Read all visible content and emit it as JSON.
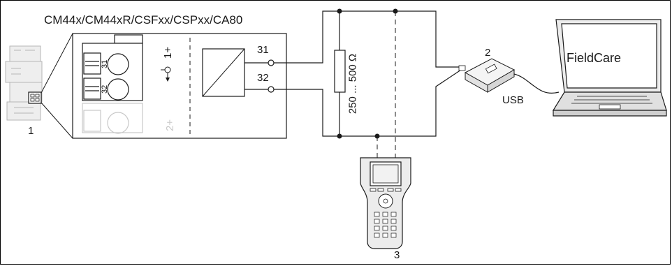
{
  "diagram": {
    "device_title": "CM44x/CM44xR/CSFxx/CSPxx/CA80",
    "callouts": [
      "1",
      "2",
      "3"
    ],
    "terminals": [
      "31",
      "32"
    ],
    "resistor": "250 ... 500 Ω",
    "connection": "USB",
    "software": "FieldCare",
    "module_markings": {
      "pin_a": "31",
      "pin_b": "32",
      "output_1": "1+",
      "output_2": "2+",
      "minus": "−"
    }
  },
  "colors": {
    "line": "#1a1a1a",
    "ghost": "#c8c8c8",
    "device_fill": "#e9e9e9",
    "screen": "#f2f2f2"
  }
}
